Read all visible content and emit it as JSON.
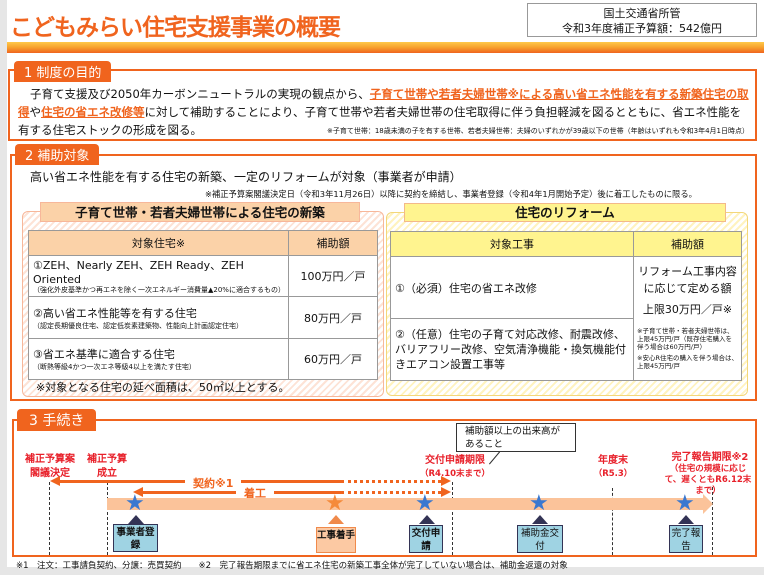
{
  "title": "こどもみらい住宅支援事業の概要",
  "budget": {
    "line1": "国土交通省所管",
    "line2": "令和3年度補正予算額：542億円"
  },
  "section1": {
    "tab": "1 制度の目的",
    "t1": "子育て支援及び2050年カーボンニュートラルの実現の観点から、",
    "h1": "子育て世帯や若者夫婦世帯※による高い省エネ性能を有する新築住宅の取得",
    "t2": "や",
    "h2": "住宅の省エネ改修等",
    "t3": "に対して補助することにより、子育て世帯や若者夫婦世帯の住宅取得に伴う負担軽減を図るとともに、省エネ性能を有する住宅ストックの形成を図る。",
    "note": "※子育て世帯：18歳未満の子を有する世帯、若者夫婦世帯：夫婦のいずれかが39歳以下の世帯（年齢はいずれも令和3年4月1日時点）"
  },
  "section2": {
    "tab": "2 補助対象",
    "lead": "高い省エネ性能を有する住宅の新築、一定のリフォームが対象（事業者が申請）",
    "note": "※補正予算案閣議決定日（令和3年11月26日）以降に契約を締結し、事業者登録（令和4年1月開始予定）後に着工したものに限る。",
    "new": {
      "heading": "子育て世帯・若者夫婦世帯による住宅の新築",
      "col1": "対象住宅※",
      "col2": "補助額",
      "rows": [
        {
          "main": "①ZEH、Nearly ZEH、ZEH Ready、ZEH Oriented",
          "sub": "（強化外皮基準かつ再エネを除く一次エネルギー消費量▲20%に適合するもの）",
          "amount": "100万円／戸"
        },
        {
          "main": "②高い省エネ性能等を有する住宅",
          "sub": "（認定長期優良住宅、認定低炭素建築物、性能向上計画認定住宅）",
          "amount": "80万円／戸"
        },
        {
          "main": "③省エネ基準に適合する住宅",
          "sub": "（断熱等級4かつ一次エネ等級4以上を満たす住宅）",
          "amount": "60万円／戸"
        }
      ],
      "footer": "※対象となる住宅の延べ面積は、50㎡以上とする。"
    },
    "reform": {
      "heading": "住宅のリフォーム",
      "col1": "対象工事",
      "col2": "補助額",
      "row1": "①（必須）住宅の省エネ改修",
      "row2": "②（任意）住宅の子育て対応改修、耐震改修、バリアフリー改修、空気清浄機能・換気機能付きエアコン設置工事等",
      "amount1": "リフォーム工事内容に応じて定める額",
      "amount2": "上限30万円／戸※",
      "note1": "※子育て世帯・若者夫婦世帯は、上限45万円/戸（既存住宅購入を伴う場合は60万円/戸）",
      "note2": "※安心R住宅の購入を伴う場合は、上限45万円/戸"
    }
  },
  "section3": {
    "tab": "3 手続き",
    "milestones": {
      "cabinet": "補正予算案閣議決定",
      "passed": "補正予算成立",
      "deadline": "交付申請期限",
      "deadline_sub": "（R4.10末まで）",
      "fy_end": "年度末",
      "fy_end_sub": "（R5.3）",
      "report": "完了報告期限※2",
      "report_sub": "（住宅の規模に応じて、遅くともR6.12末まで）"
    },
    "contract": "契約※1",
    "construction": "着工",
    "callout": "補助額以上の出来高があること",
    "steps": [
      "事業者登録",
      "工事着手",
      "交付申請",
      "補助金交付",
      "完了報告"
    ],
    "footnote": "※1　注文：工事請負契約、分譲：売買契約　　※2　完了報告期限までに省エネ住宅の新築工事全体が完了していない場合は、補助金返還の対象"
  },
  "colors": {
    "accent": "#f0641e",
    "red": "#e8202a",
    "star_blue": "#3a78d0",
    "step_blue": "#9fd3e3"
  }
}
